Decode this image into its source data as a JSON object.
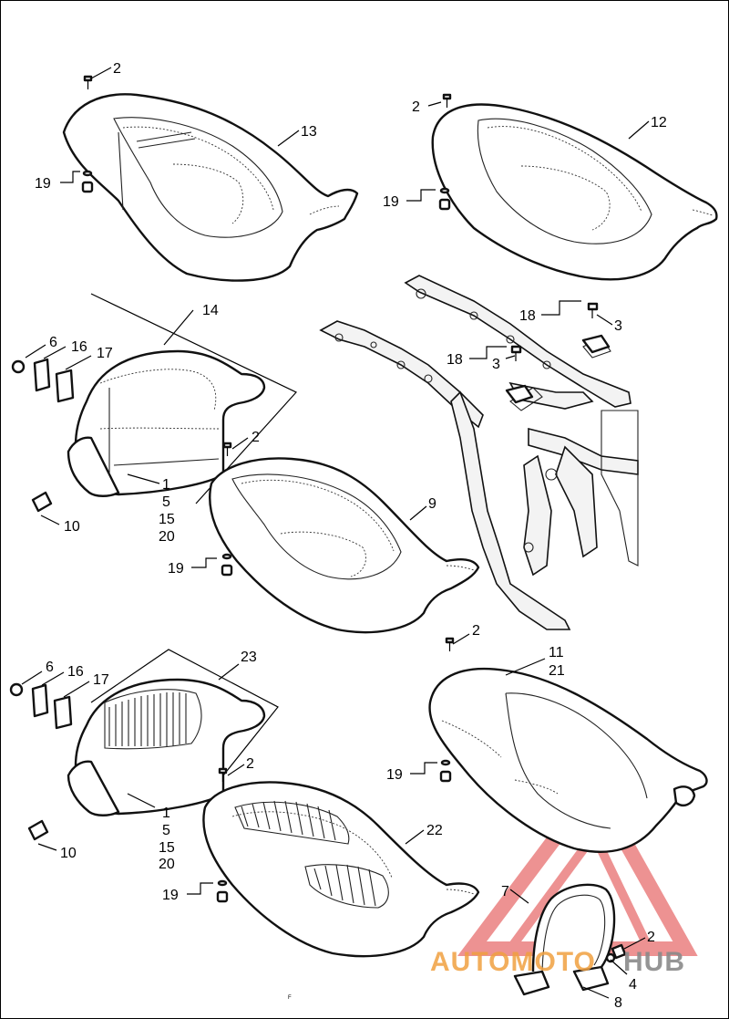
{
  "callouts": [
    {
      "id": "c2a",
      "text": "2"
    },
    {
      "id": "c13",
      "text": "13"
    },
    {
      "id": "c19a",
      "text": "19"
    },
    {
      "id": "c2b",
      "text": "2"
    },
    {
      "id": "c12",
      "text": "12"
    },
    {
      "id": "c19b",
      "text": "19"
    },
    {
      "id": "c14",
      "text": "14"
    },
    {
      "id": "c6a",
      "text": "6"
    },
    {
      "id": "c16a",
      "text": "16"
    },
    {
      "id": "c17a",
      "text": "17"
    },
    {
      "id": "c1a",
      "text": "1"
    },
    {
      "id": "c5a",
      "text": "5"
    },
    {
      "id": "c15a",
      "text": "15"
    },
    {
      "id": "c20a",
      "text": "20"
    },
    {
      "id": "c10a",
      "text": "10"
    },
    {
      "id": "c2c",
      "text": "2"
    },
    {
      "id": "c9",
      "text": "9"
    },
    {
      "id": "c19c",
      "text": "19"
    },
    {
      "id": "c18a",
      "text": "18"
    },
    {
      "id": "c3a",
      "text": "3"
    },
    {
      "id": "c18b",
      "text": "18"
    },
    {
      "id": "c3b",
      "text": "3"
    },
    {
      "id": "c23",
      "text": "23"
    },
    {
      "id": "c6b",
      "text": "6"
    },
    {
      "id": "c16b",
      "text": "16"
    },
    {
      "id": "c17b",
      "text": "17"
    },
    {
      "id": "c2d",
      "text": "2"
    },
    {
      "id": "c1b",
      "text": "1"
    },
    {
      "id": "c5b",
      "text": "5"
    },
    {
      "id": "c15b",
      "text": "15"
    },
    {
      "id": "c20b",
      "text": "20"
    },
    {
      "id": "c10b",
      "text": "10"
    },
    {
      "id": "c2e",
      "text": "2"
    },
    {
      "id": "c11",
      "text": "11"
    },
    {
      "id": "c21",
      "text": "21"
    },
    {
      "id": "c19d",
      "text": "19"
    },
    {
      "id": "c22",
      "text": "22"
    },
    {
      "id": "c19e",
      "text": "19"
    },
    {
      "id": "c7",
      "text": "7"
    },
    {
      "id": "c2f",
      "text": "2"
    },
    {
      "id": "c4",
      "text": "4"
    },
    {
      "id": "c8",
      "text": "8"
    }
  ],
  "footer_mark": "F",
  "watermark": {
    "part1": "AUTOMOTO",
    "part2": "HUB",
    "color_red": "#e03a3a",
    "color_orange": "#f0a040",
    "color_gray": "#8a8a8a"
  }
}
